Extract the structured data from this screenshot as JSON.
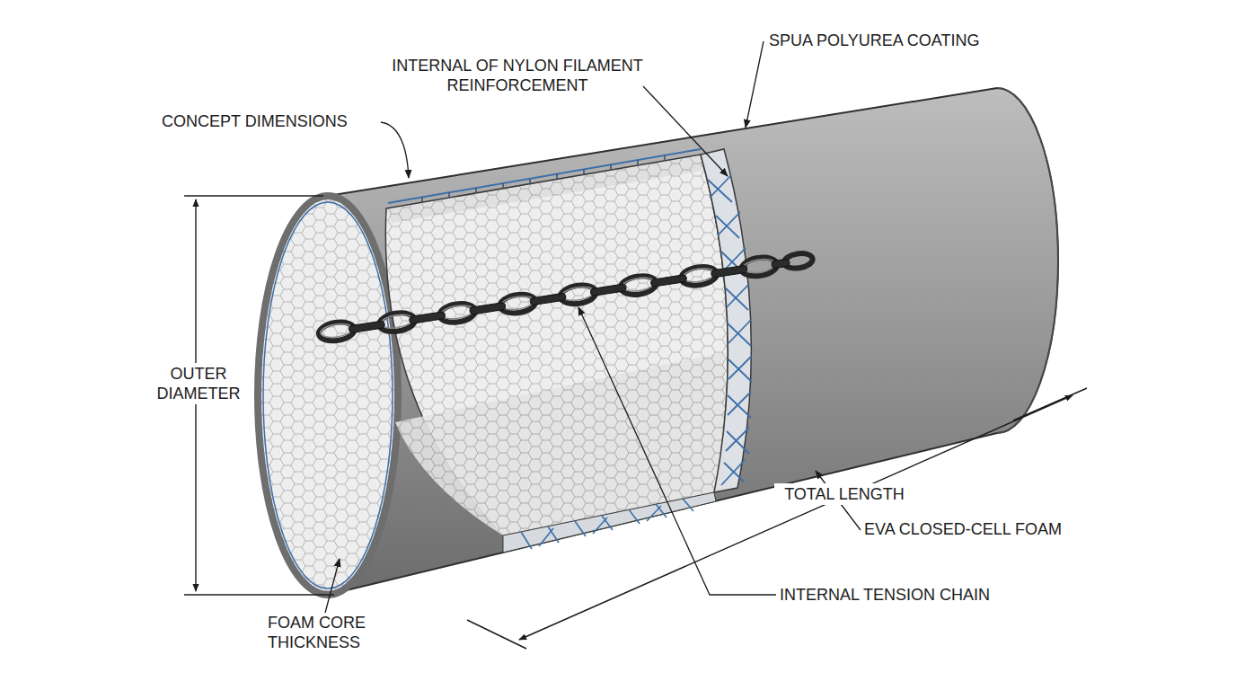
{
  "diagram": {
    "labels": [
      "SPUA POLYUREA COATING",
      "INTERNAL OF NYLON FILAMENT REINFORCEMENT",
      "CONCEPT DIMENSIONS",
      "OUTER DIAMETER",
      "TOTAL LENGTH",
      "EVA CLOSED-CELL FOAM",
      "INTERNAL TENSION CHAIN",
      "FOAM CORE THICKNESS"
    ]
  }
}
